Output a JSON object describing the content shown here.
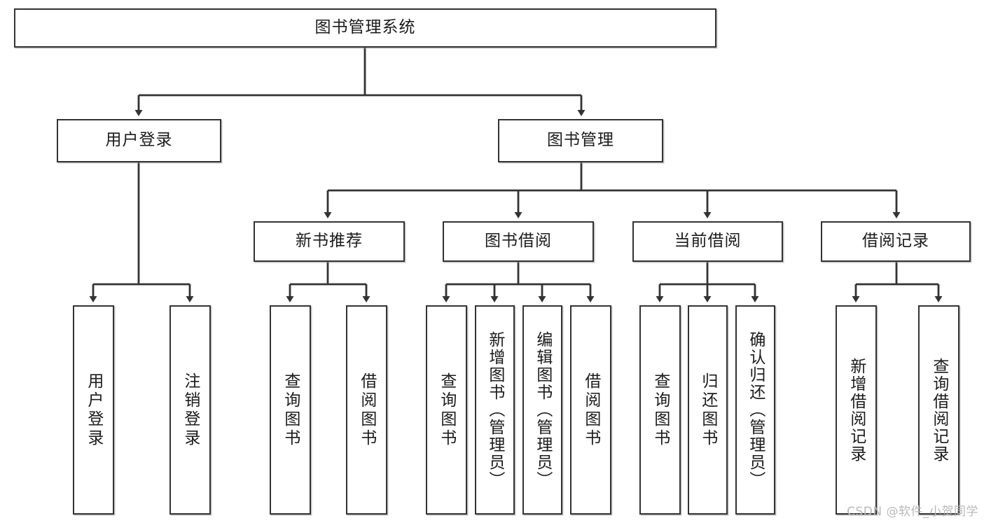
{
  "diagram": {
    "title": "图书管理系统",
    "type": "tree-hierarchy-chart",
    "root": {
      "label": "图书管理系统"
    },
    "level2": [
      {
        "label": "用户登录"
      },
      {
        "label": "图书管理"
      }
    ],
    "level3": [
      {
        "label": "新书推荐"
      },
      {
        "label": "图书借阅"
      },
      {
        "label": "当前借阅"
      },
      {
        "label": "借阅记录"
      }
    ],
    "leaves": {
      "user_login": [
        {
          "label": "用户登录"
        },
        {
          "label": "注销登录"
        }
      ],
      "new_book_recommend": [
        {
          "label": "查询图书"
        },
        {
          "label": "借阅图书"
        }
      ],
      "book_borrow": [
        {
          "label": "查询图书"
        },
        {
          "label": "新增图书（管理员）"
        },
        {
          "label": "编辑图书（管理员）"
        },
        {
          "label": "借阅图书"
        }
      ],
      "current_borrow": [
        {
          "label": "查询图书"
        },
        {
          "label": "归还图书"
        },
        {
          "label": "确认归还（管理员）"
        }
      ],
      "borrow_record": [
        {
          "label": "新增借阅记录"
        },
        {
          "label": "查询借阅记录"
        }
      ]
    }
  },
  "watermark": {
    "text": "CSDN @软件_小贺同学"
  },
  "colors": {
    "box_border": "#333333",
    "box_fill": "#ffffff",
    "text": "#1b1b1b",
    "connector": "#333333",
    "watermark": "#b8b8b8"
  }
}
